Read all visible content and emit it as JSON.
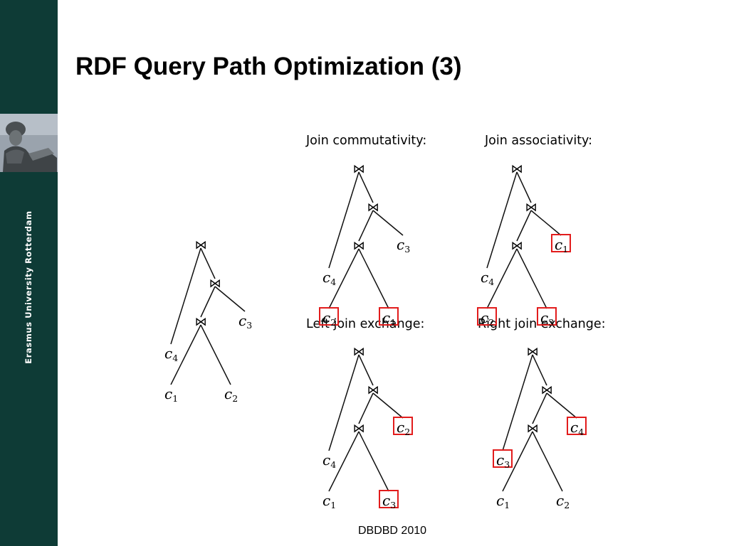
{
  "slide": {
    "title": "RDF Query Path Optimization (3)",
    "footer": "DBDBD 2010",
    "sidebar_text": "Erasmus University Rotterdam",
    "colors": {
      "sidebar": "#0e3b36",
      "highlight": "#e21c1c"
    }
  },
  "panels": {
    "original": {
      "title": ""
    },
    "commutativity": {
      "title": "Join commutativity:"
    },
    "associativity": {
      "title": "Join associativity:"
    },
    "left_exchange": {
      "title": "Left join exchange:"
    },
    "right_exchange": {
      "title": "Right join exchange:"
    }
  },
  "symbols": {
    "join": "⋈",
    "leaf_var": "c"
  },
  "trees": {
    "original": {
      "leaves": [
        "4",
        "3",
        "1",
        "2"
      ],
      "highlighted": []
    },
    "commutativity": {
      "leaves": [
        "4",
        "3",
        "2",
        "1"
      ],
      "highlighted": [
        "2",
        "1"
      ]
    },
    "associativity": {
      "leaves": [
        "4",
        "1",
        "2",
        "3"
      ],
      "highlighted": [
        "1",
        "2",
        "3"
      ]
    },
    "left_exchange": {
      "leaves": [
        "4",
        "2",
        "1",
        "3"
      ],
      "highlighted": [
        "2",
        "3"
      ]
    },
    "right_exchange": {
      "leaves": [
        "3",
        "4",
        "1",
        "2"
      ],
      "highlighted": [
        "3",
        "4"
      ]
    }
  }
}
